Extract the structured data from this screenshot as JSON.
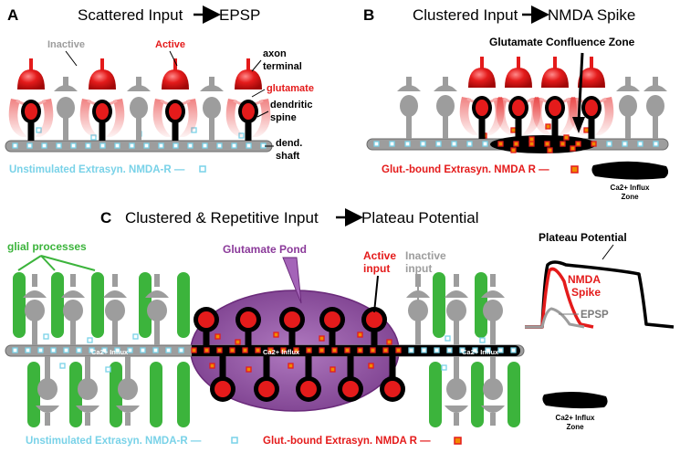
{
  "panel_a": {
    "letter": "A",
    "title": "Scattered Input",
    "title_result": "EPSP",
    "label_inactive": "Inactive",
    "label_active": "Active",
    "label_axon_1": "axon",
    "label_axon_2": "terminal",
    "label_glutamate": "glutamate",
    "label_spine_1": "dendritic",
    "label_spine_2": "spine",
    "label_shaft_1": "dend.",
    "label_shaft_2": "shaft",
    "legend_unstimulated": "Unstimulated Extrasyn. NMDA-R —"
  },
  "panel_b": {
    "letter": "B",
    "title": "Clustered Input",
    "title_result": "NMDA Spike",
    "label_confluence": "Glutamate Confluence Zone",
    "legend_bound": "Glut.-bound Extrasyn. NMDA R —",
    "legend_zone_1": "Ca2+ Influx",
    "legend_zone_2": "Zone"
  },
  "panel_c": {
    "letter": "C",
    "title": "Clustered & Repetitive Input",
    "title_result": "Plateau Potential",
    "label_glial": "glial processes",
    "label_pond": "Glutamate Pond",
    "label_active_1": "Active",
    "label_active_2": "input",
    "label_inactive_1": "Inactive",
    "label_inactive_2": "input",
    "influx_labels": [
      "Ca2+ Influx",
      "Ca2+ Influx",
      "Ca2+ Influx"
    ],
    "trace_plateau": "Plateau Potential",
    "trace_nmda_1": "NMDA",
    "trace_nmda_2": "Spike",
    "trace_epsp": "EPSP",
    "legend_unstimulated": "Unstimulated Extrasyn. NMDA-R —",
    "legend_bound": "Glut.-bound Extrasyn. NMDA R —",
    "legend_zone_1": "Ca2+ Influx",
    "legend_zone_2": "Zone"
  },
  "colors": {
    "red": "#e41b1b",
    "gray": "#9d9d9d",
    "green": "#3cb43c",
    "cyan": "#79d2e8",
    "purple": "#8b3a9a",
    "orange": "#f08a00"
  }
}
